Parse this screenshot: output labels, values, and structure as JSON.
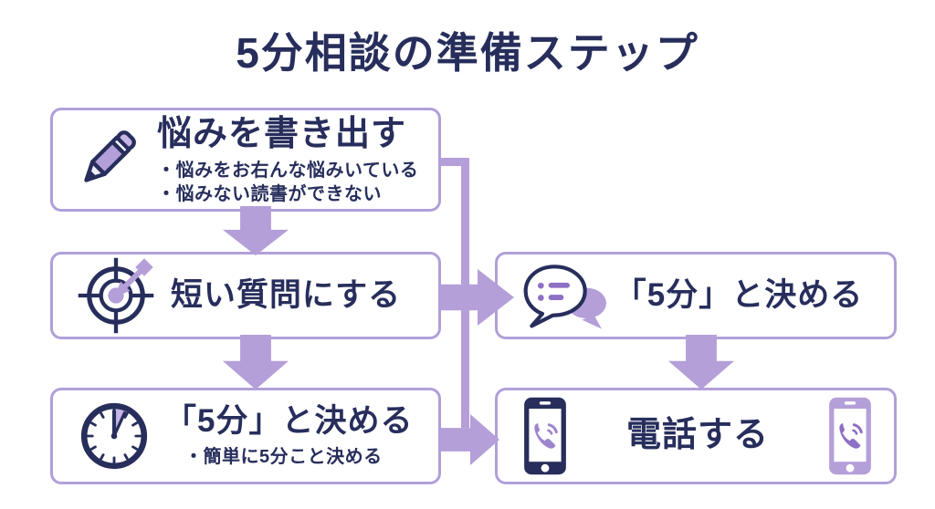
{
  "title": "5分相談の準備ステップ",
  "colors": {
    "navy": "#272e5c",
    "purple": "#b49fd9",
    "purple_deep": "#8d6fc4",
    "purple_light": "#c7b5e4",
    "box_border": "#b19fd8",
    "background": "#ffffff"
  },
  "steps": [
    {
      "id": "write-worries",
      "heading": "悩みを書き出す",
      "icon": "pencil-icon",
      "bullets": [
        "・悩みをお右んな悩みいている",
        "・悩みない読書ができない"
      ]
    },
    {
      "id": "short-question",
      "heading": "短い質問にする",
      "icon": "target-dart-icon",
      "bullets": []
    },
    {
      "id": "decide-5-minutes-left",
      "heading": "「5分」と決める",
      "icon": "clock-icon",
      "bullets": [
        "・簡単に5分こと決める"
      ]
    },
    {
      "id": "decide-5-minutes-right",
      "heading": "「5分」と決める",
      "icon": "speech-bubbles-icon",
      "bullets": []
    },
    {
      "id": "make-call",
      "heading": "電話する",
      "icon": "smartphone-icon",
      "bullets": []
    }
  ]
}
